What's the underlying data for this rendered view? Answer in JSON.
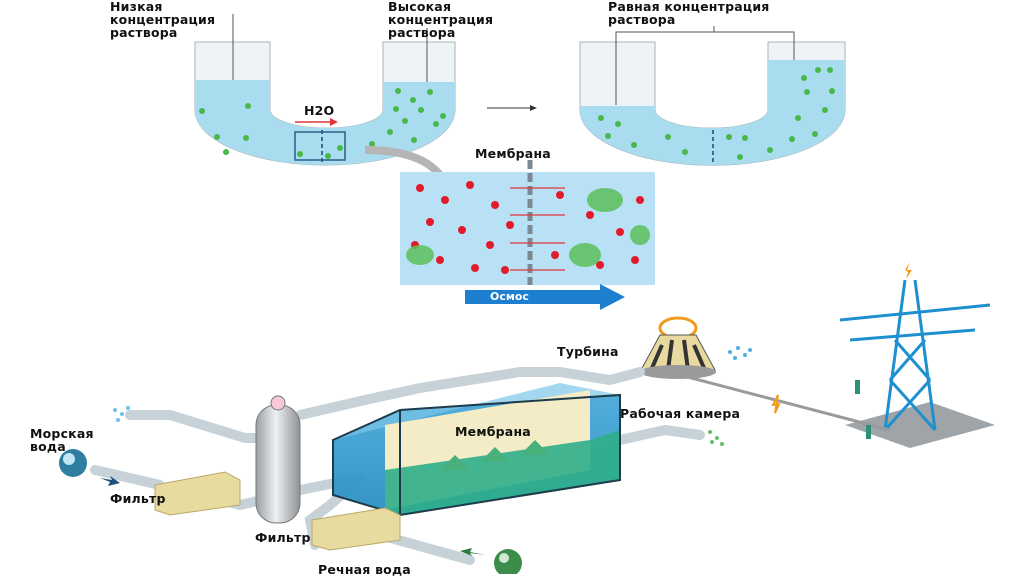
{
  "top": {
    "low_label": [
      "Низкая",
      "концентрация",
      "раствора"
    ],
    "high_label": [
      "Высокая",
      "концентрация",
      "раствора"
    ],
    "equal_label": [
      "Равная концентрация",
      "раствора"
    ],
    "water_label": "H2O",
    "membrane_label": "Мембрана",
    "osmosis_label": "Осмос"
  },
  "plant": {
    "turbine_label": "Турбина",
    "chamber_label": "Рабочая камера",
    "membrane_label": "Мембрана",
    "sea_water_label": [
      "Морская",
      "вода"
    ],
    "filter1_label": "Фильтр",
    "filter2_label": "Фильтр",
    "river_water_label": "Речная вода"
  },
  "colors": {
    "water": "#a9dcef",
    "tube": "#e6eef2",
    "particle": "#49b84a",
    "osmosis_arrow": "#1c7fd0",
    "tower": "#1e8fcf",
    "green_water": "#2fae8a"
  }
}
